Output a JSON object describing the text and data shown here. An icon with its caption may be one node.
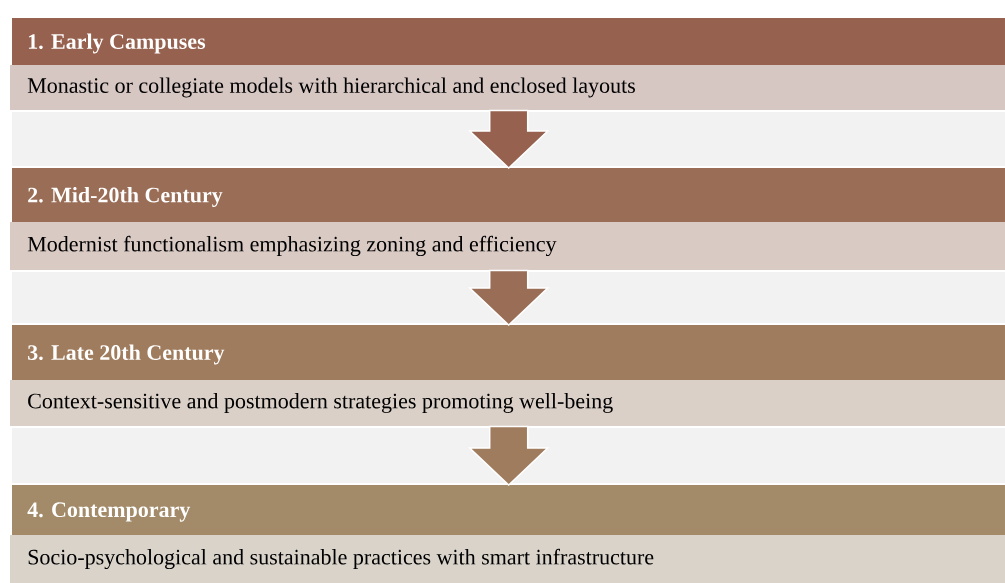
{
  "diagram": {
    "nodes": [
      {
        "text": [
          "1. Early Campuses",
          "Monastic or collegiate models with hierarchical and enclosed layouts"
        ]
      },
      {
        "text": [
          "2. Mid-20th Century",
          "Modernist functionalism emphasizing zoning and efficiency"
        ]
      },
      {
        "text": [
          "3. Late 20th Century",
          "Context-sensitive and postmodern strategies promoting well-being"
        ]
      },
      {
        "text": [
          "4. Contemporary",
          "Socio-psychological and sustainable practices with smart infrastructure"
        ]
      }
    ],
    "edges": [
      {
        "from": 0,
        "to": 1,
        "arrow": "to"
      },
      {
        "from": 1,
        "to": 2,
        "arrow": "to"
      },
      {
        "from": 2,
        "to": 3,
        "arrow": "to"
      }
    ]
  }
}
